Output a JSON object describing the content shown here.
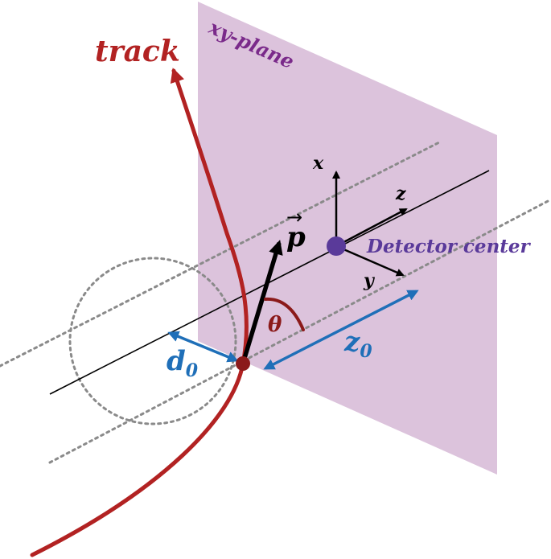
{
  "labels": {
    "track": "track",
    "plane": "xy-plane",
    "axis_x": "x",
    "axis_y": "y",
    "axis_z": "z",
    "momentum_base": "p",
    "momentum_arrow": "→",
    "detector_center": "Detector center",
    "theta": "θ",
    "d0_base": "d",
    "d0_sub": "0",
    "z0_base": "z",
    "z0_sub": "0"
  },
  "colors": {
    "track": "#b22222",
    "plane_fill": "#dcc3dc",
    "plane_text": "#7a2a8a",
    "detector_dot": "#5a3a9a",
    "detector_text": "#5a3a9a",
    "measure": "#1f6fb8",
    "theta": "#8b1a1a",
    "axes": "#000000",
    "dotted": "#8a8a8a"
  }
}
